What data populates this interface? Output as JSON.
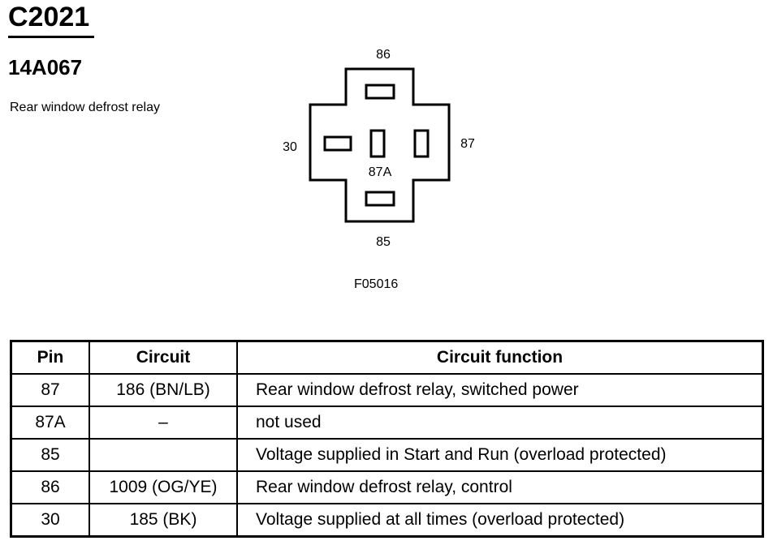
{
  "connector": {
    "id": "C2021",
    "part_number": "14A067",
    "description": "Rear window defrost relay"
  },
  "diagram": {
    "pin_labels": {
      "top": "86",
      "left": "30",
      "right": "87",
      "center": "87A",
      "bottom": "85"
    },
    "figure_id": "F05016"
  },
  "table": {
    "headers": [
      "Pin",
      "Circuit",
      "Circuit function"
    ],
    "rows": [
      {
        "pin": "87",
        "circuit": "186 (BN/LB)",
        "function": "Rear window defrost relay, switched power"
      },
      {
        "pin": "87A",
        "circuit": "–",
        "function": "not used"
      },
      {
        "pin": "85",
        "circuit": "",
        "function": "Voltage supplied in Start and Run (overload protected)"
      },
      {
        "pin": "86",
        "circuit": "1009 (OG/YE)",
        "function": "Rear window defrost relay, control"
      },
      {
        "pin": "30",
        "circuit": "185 (BK)",
        "function": "Voltage supplied at all times (overload protected)"
      }
    ]
  }
}
